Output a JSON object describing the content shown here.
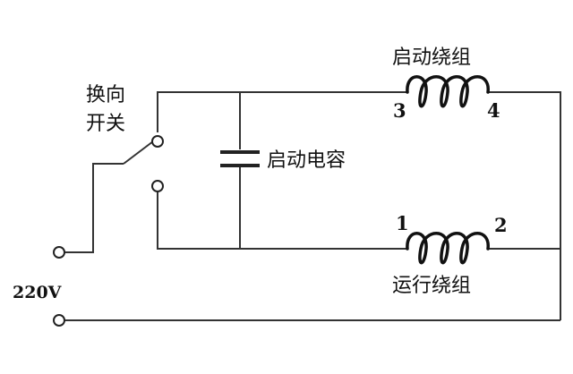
{
  "labels": {
    "switch_line1": "换向",
    "switch_line2": "开关",
    "capacitor": "启动电容",
    "start_winding": "启动绕组",
    "run_winding": "运行绕组",
    "voltage": "220V",
    "start_terminal_left": "3",
    "start_terminal_right": "4",
    "run_terminal_left": "1",
    "run_terminal_right": "2"
  }
}
